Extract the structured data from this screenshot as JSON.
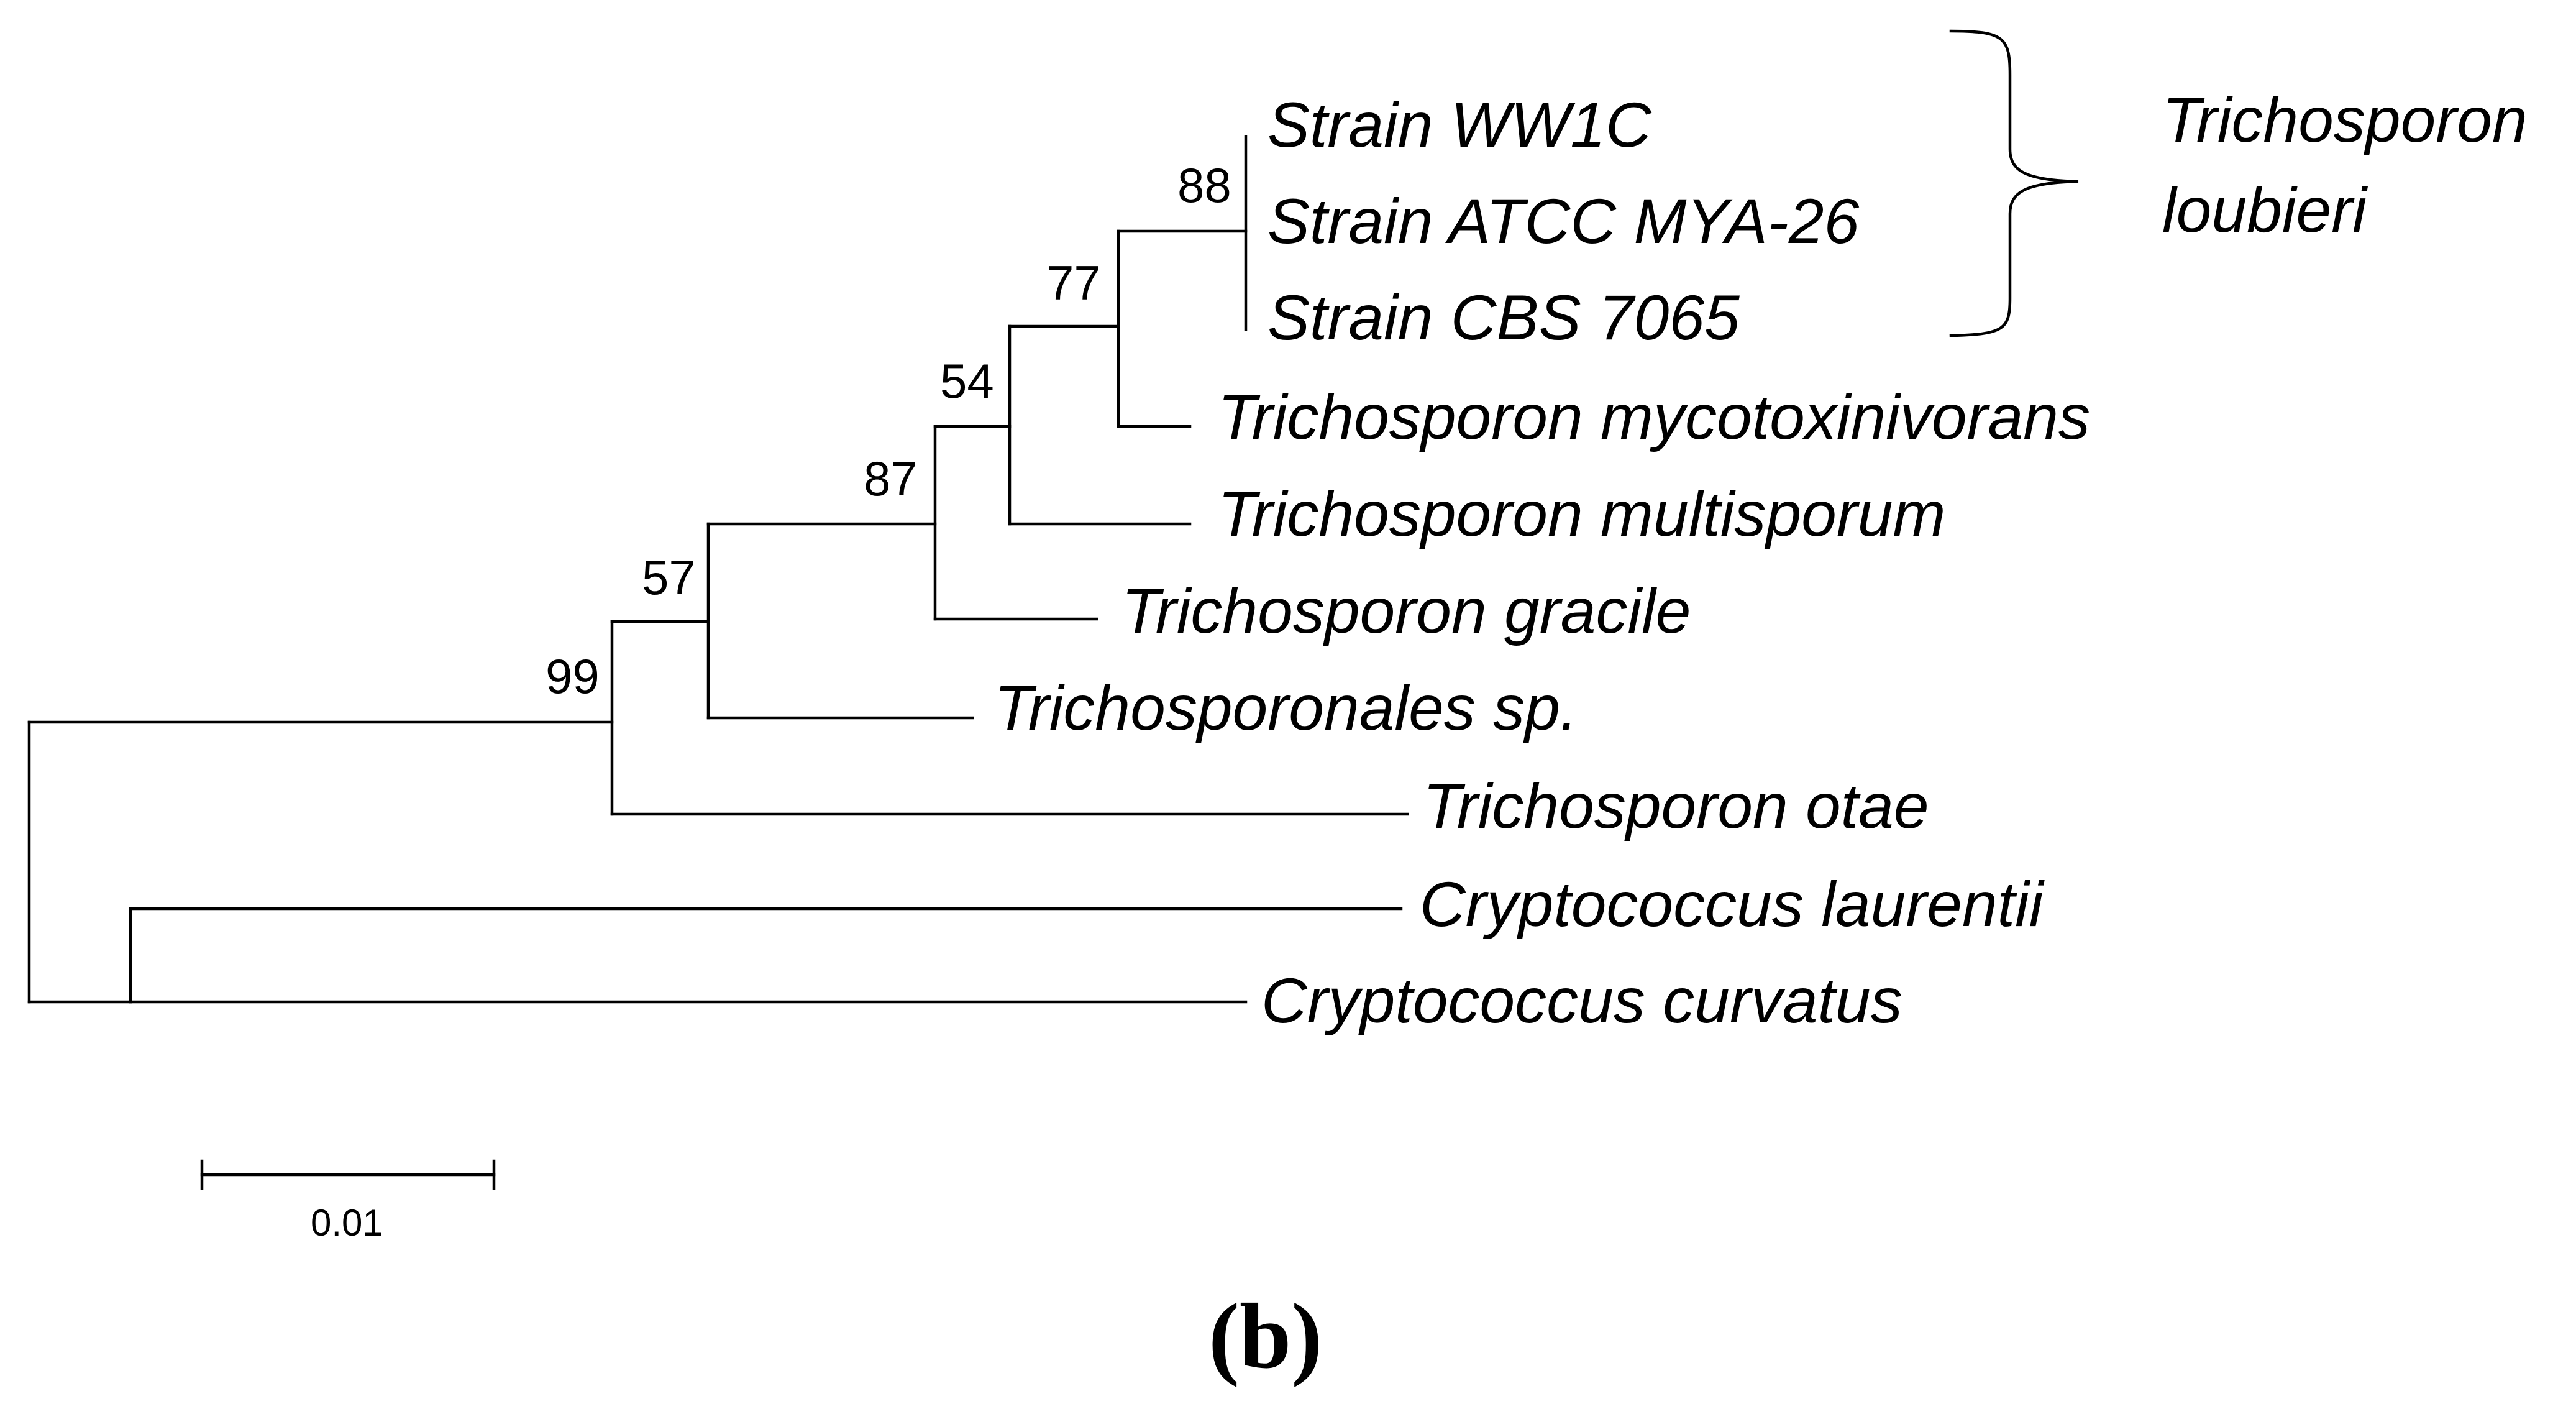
{
  "tree": {
    "root": {
      "children": [
        {
          "support": "99",
          "children": [
            {
              "support": "57",
              "children": [
                {
                  "support": "87",
                  "children": [
                    {
                      "support": "54",
                      "children": [
                        {
                          "support": "77",
                          "children": [
                            {
                              "support": "88",
                              "children": [
                                {
                                  "label": "Strain WW1C"
                                },
                                {
                                  "label": "Strain ATCC MYA-26"
                                },
                                {
                                  "label": "Strain CBS 7065"
                                }
                              ]
                            },
                            {
                              "label": "Trichosporon mycotoxinivorans"
                            }
                          ]
                        },
                        {
                          "label": "Trichosporon multisporum"
                        }
                      ]
                    },
                    {
                      "label": "Trichosporon gracile"
                    }
                  ]
                },
                {
                  "label": "Trichosporonales sp."
                }
              ]
            },
            {
              "label": "Trichosporon otae"
            }
          ]
        },
        {
          "children": [
            {
              "label": "Cryptococcus laurentii"
            },
            {
              "label": "Cryptococcus curvatus"
            }
          ]
        }
      ]
    }
  },
  "clade_bracket": {
    "label_line1": "Trichosporon",
    "label_line2": "loubieri"
  },
  "scale_bar": {
    "label": "0.01"
  },
  "panel_label": "(b)"
}
